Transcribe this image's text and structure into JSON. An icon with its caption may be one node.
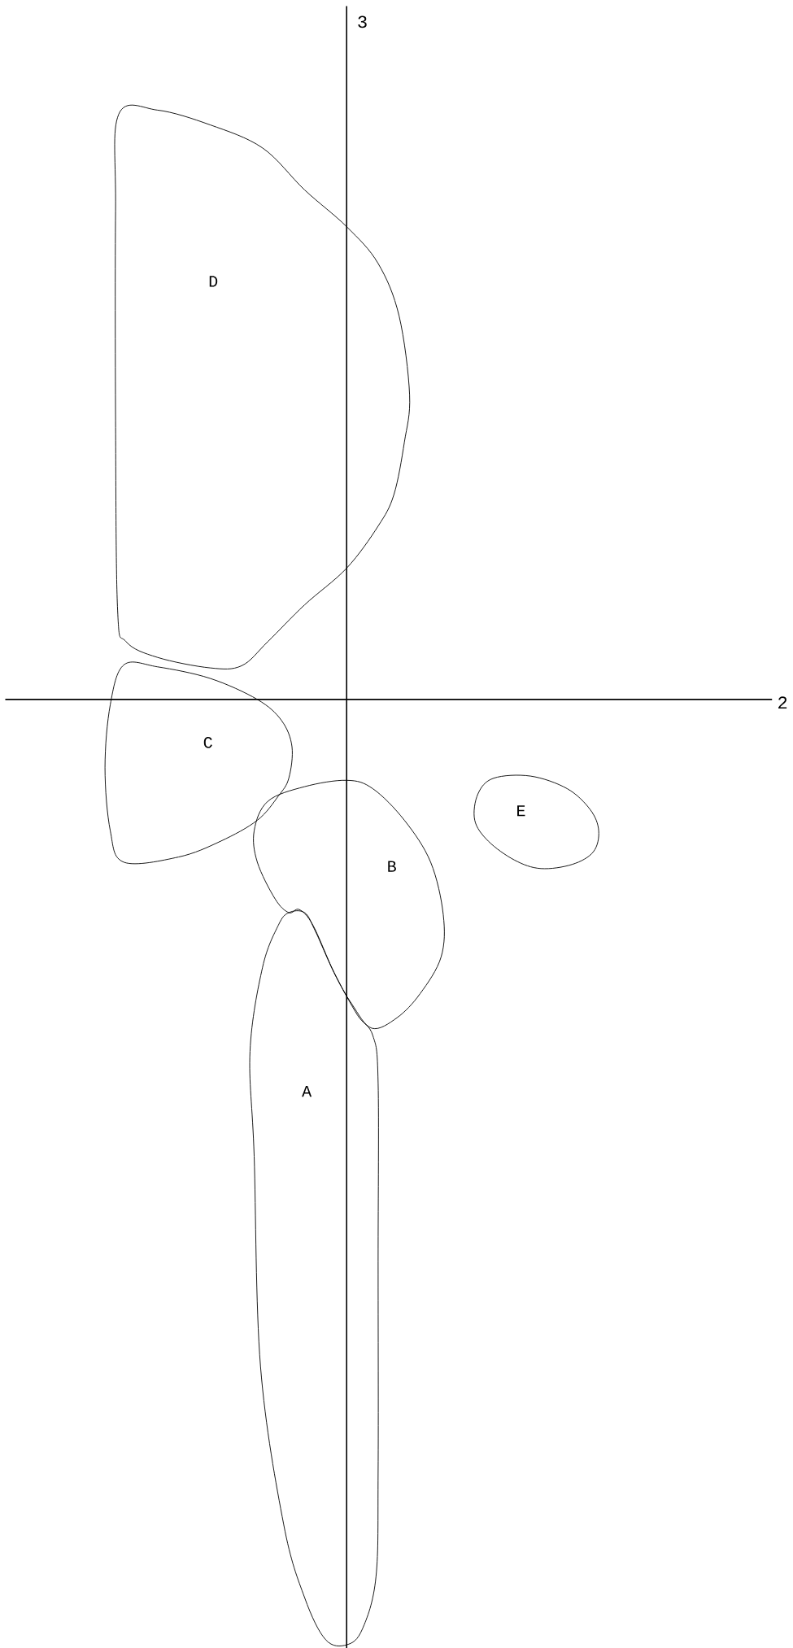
{
  "diagram": {
    "nodes": [
      {
        "text": [
          "D"
        ]
      },
      {
        "text": [
          "C"
        ]
      },
      {
        "text": [
          "E"
        ]
      },
      {
        "text": [
          "B"
        ]
      },
      {
        "text": [
          "A"
        ]
      }
    ],
    "labels": [
      "3",
      "2"
    ]
  }
}
